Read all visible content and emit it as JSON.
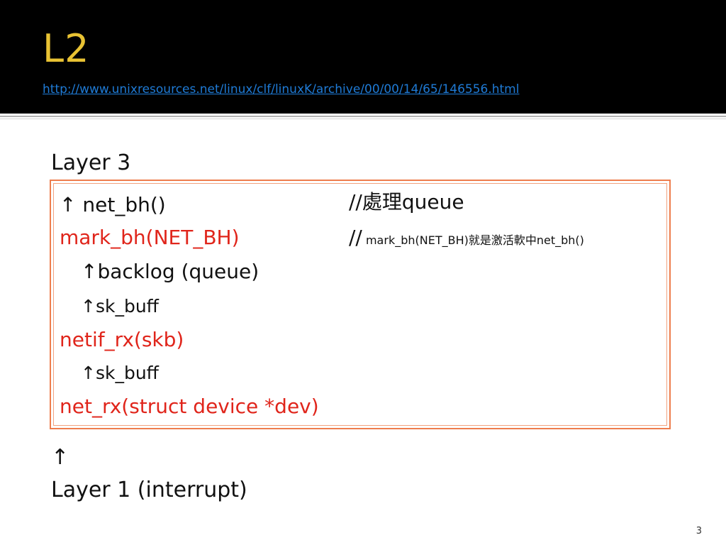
{
  "header": {
    "title": "L2",
    "url": "http://www.unixresources.net/linux/clf/linuxK/archive/00/00/14/65/146556.html"
  },
  "content": {
    "layer_top": "Layer 3",
    "box_lines": [
      {
        "text": "↑ net_bh()",
        "color": "black"
      },
      {
        "text": "mark_bh(NET_BH)",
        "color": "red"
      },
      {
        "text": "↑backlog (queue)",
        "color": "black"
      },
      {
        "text": "↑sk_buff",
        "color": "black"
      },
      {
        "text": "netif_rx(skb)",
        "color": "red"
      },
      {
        "text": "↑sk_buff",
        "color": "black"
      },
      {
        "text": "net_rx(struct device *dev)",
        "color": "red"
      }
    ],
    "comment_1": "//處理queue",
    "comment_2_prefix": "//",
    "comment_2_text": "mark_bh(NET_BH)就是激活軟中net_bh()",
    "arrow": "↑",
    "layer_bottom": "Layer 1 (interrupt)"
  },
  "footer": {
    "page_number": "3"
  },
  "colors": {
    "title": "#e8c233",
    "link": "#1f7bd6",
    "highlight": "#e0251b",
    "box_border": "#ee7d4d"
  }
}
